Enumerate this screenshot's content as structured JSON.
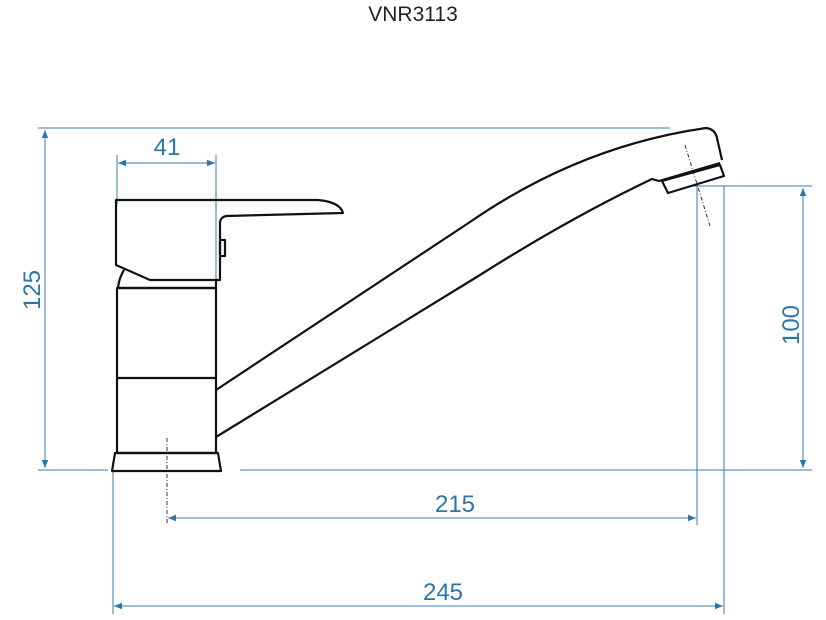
{
  "title": "VNR3113",
  "dimensions": {
    "total_height": "125",
    "handle_width": "41",
    "spout_height": "100",
    "spout_reach": "215",
    "total_length": "245"
  },
  "colors": {
    "dimension": "#2f76a8",
    "outline": "#111111"
  }
}
